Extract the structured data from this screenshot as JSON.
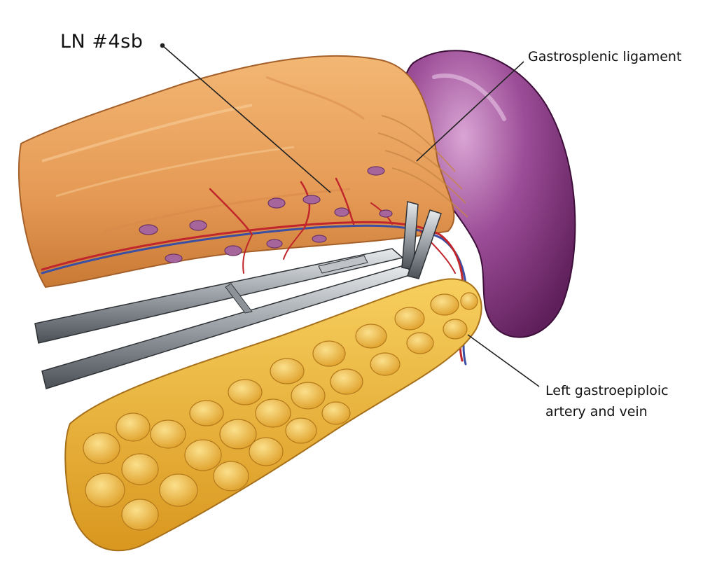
{
  "labels": {
    "lymph_node": "LN #4sb",
    "gastrosplenic": "Gastrosplenic ligament",
    "gastroepiploic_line1": "Left gastroepiploic",
    "gastroepiploic_line2": "artery and vein"
  },
  "colors": {
    "stomach": "#e9a25f",
    "stomach_dark": "#c97a35",
    "spleen": "#8e3f8a",
    "spleen_light": "#c889c4",
    "pancreas": "#efb83c",
    "pancreas_dark": "#c88c1e",
    "artery": "#c0262c",
    "vein": "#3b4fa3",
    "lymph_node": "#a6669b",
    "instrument": "#9aa0a6",
    "leader_line": "#222222"
  }
}
